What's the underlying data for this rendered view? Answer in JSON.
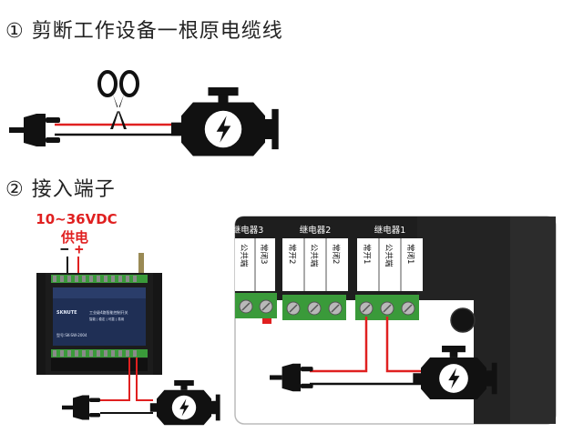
{
  "steps": {
    "step1": "① 剪断工作设备一根原电缆线",
    "step2": "② 接入端子"
  },
  "power": {
    "voltage": "10~36VDC",
    "label": "供电",
    "minus": "−",
    "plus": "+"
  },
  "device": {
    "brand": "SKNUTE",
    "desc_line1": "工业级4路智能控制开关",
    "desc_line2": "智能 | 稳定 | 可靠 | 易用",
    "model": "型号:SK-SW-2004"
  },
  "relays": [
    {
      "name": "继电器3",
      "terminals": [
        "公共端",
        "常闭3"
      ]
    },
    {
      "name": "继电器2",
      "terminals": [
        "常开2",
        "公共端",
        "常闭2"
      ]
    },
    {
      "name": "继电器1",
      "terminals": [
        "常开1",
        "公共端",
        "常闭1"
      ]
    }
  ],
  "colors": {
    "wire_red": "#e02020",
    "wire_black": "#111111",
    "terminal_green": "#3a9a3a",
    "device_blue": "#1f2f55",
    "device_case": "#1a1a1a"
  },
  "icons": [
    "plug-icon",
    "motor-icon",
    "scissors-icon",
    "lightning-icon"
  ]
}
